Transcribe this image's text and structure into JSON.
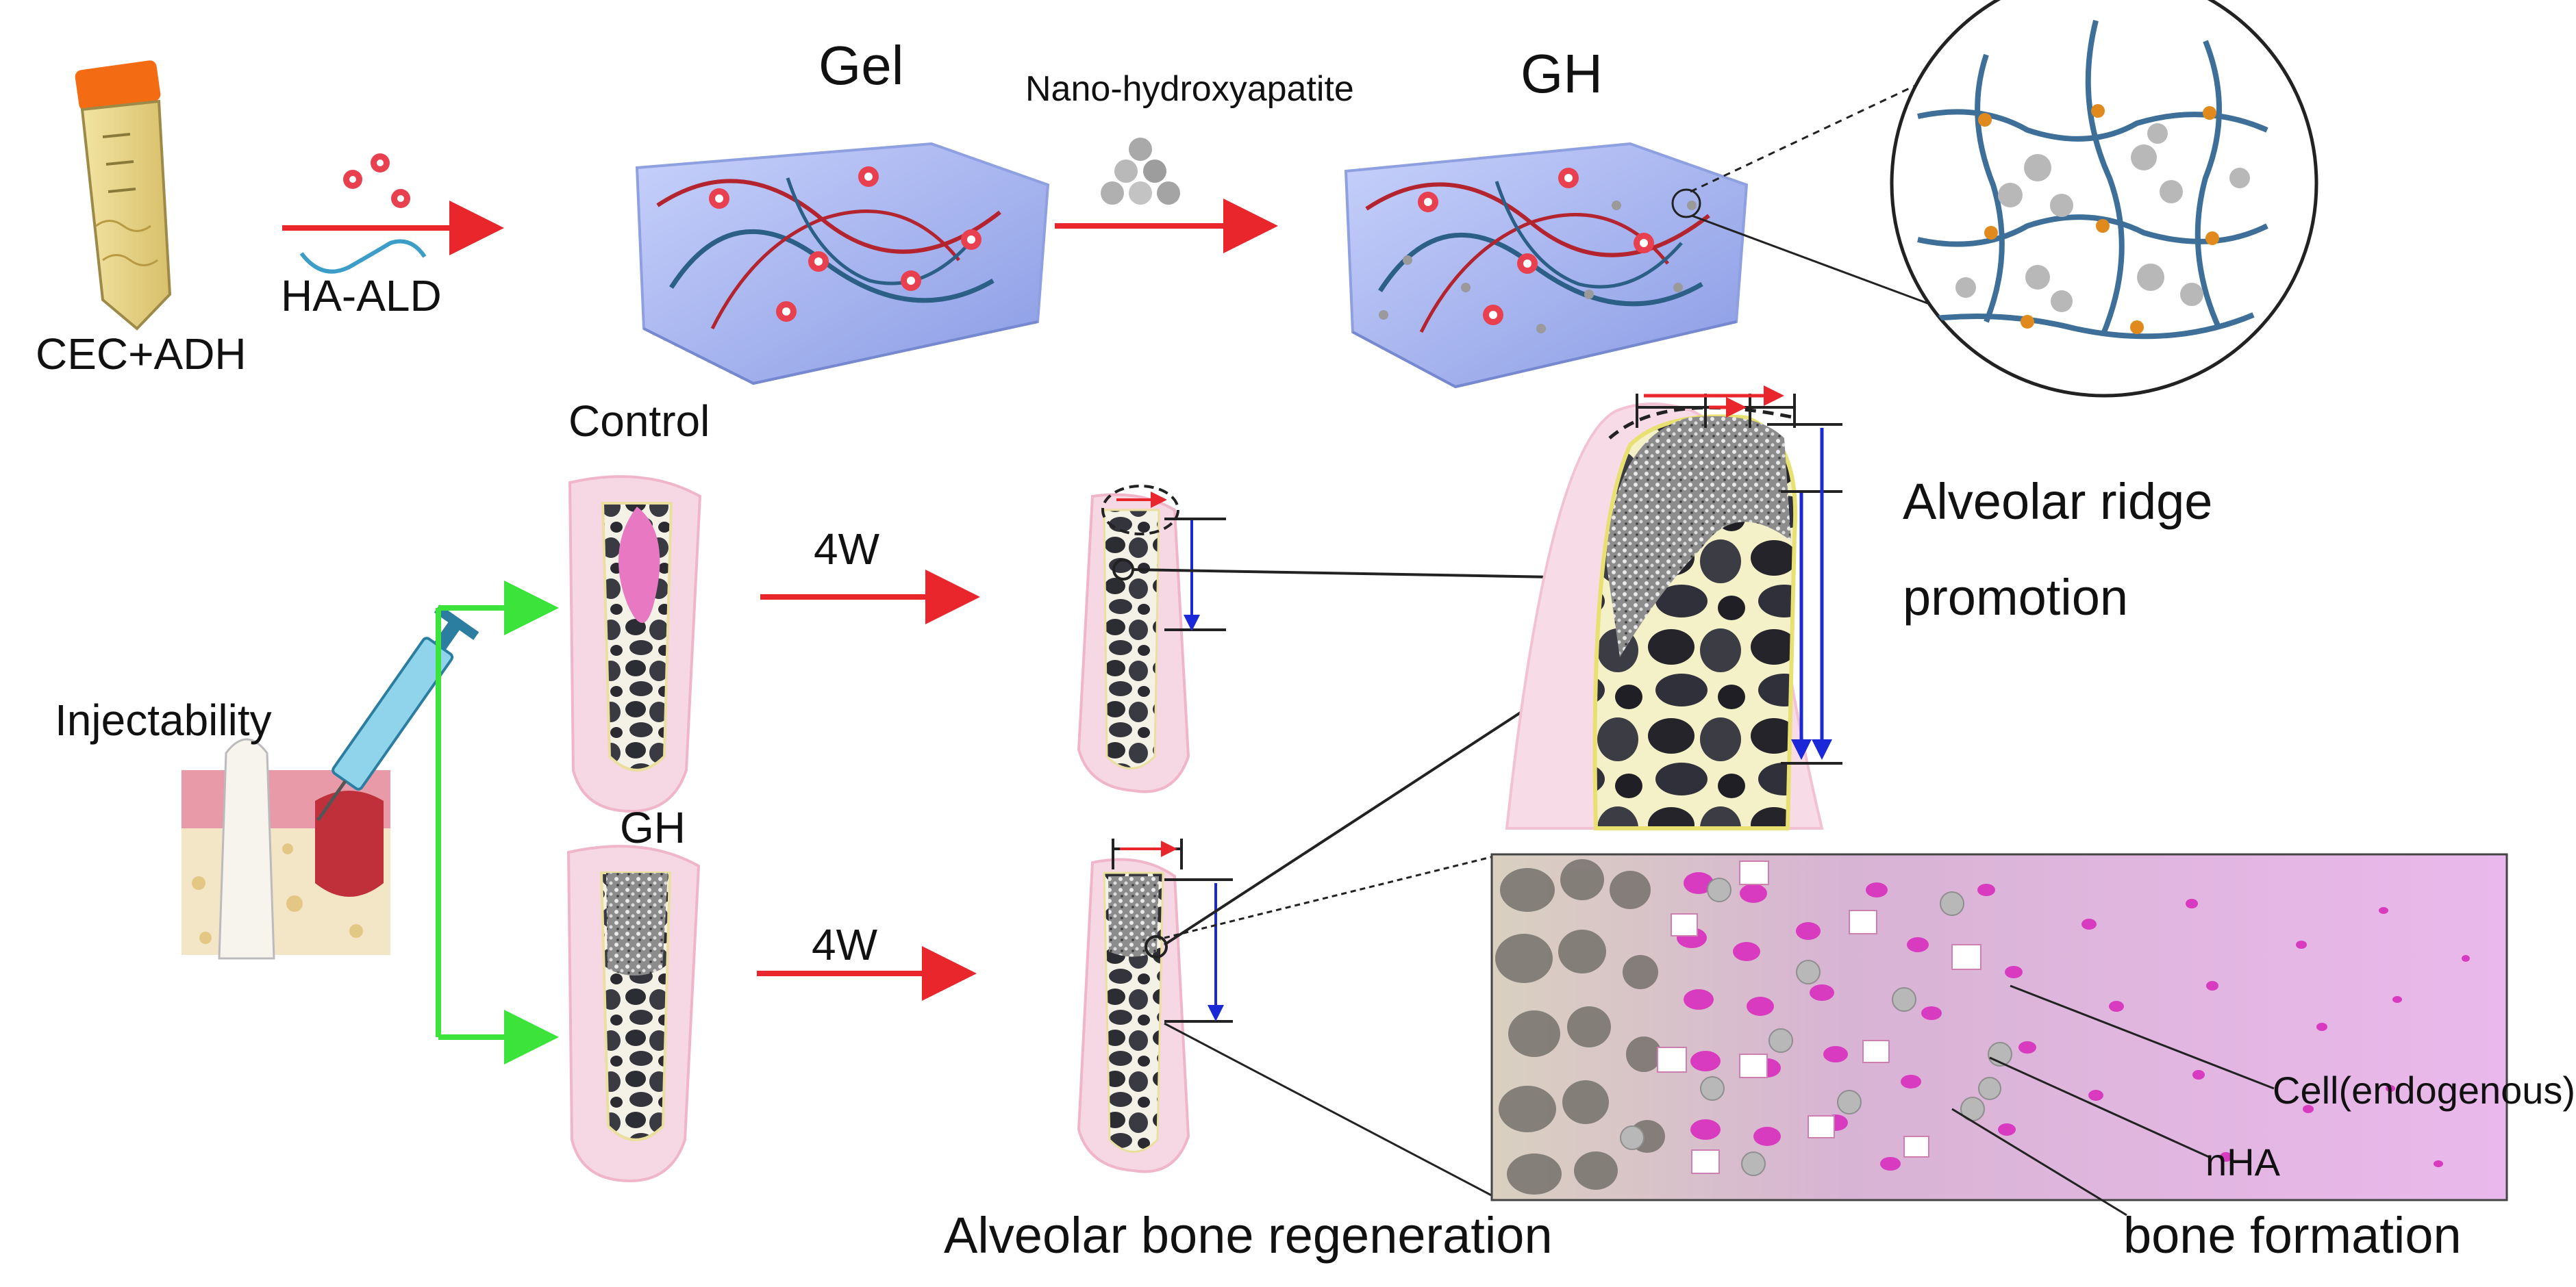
{
  "labels": {
    "cec_adh": "CEC+ADH",
    "ha_ald": "HA-ALD",
    "gel": "Gel",
    "nano_ha": "Nano-hydroxyapatite",
    "gh_top": "GH",
    "control": "Control",
    "gh_lower": "GH",
    "four_w_top": "4W",
    "four_w_bottom": "4W",
    "injectability": "Injectability",
    "ridge_line1": "Alveolar ridge",
    "ridge_line2": "promotion",
    "regeneration": "Alveolar bone regeneration",
    "cell": "Cell(endogenous)",
    "nha": "nHA",
    "bone_formation": "bone formation"
  },
  "colors": {
    "arrow_red": "#e8262b",
    "arrow_green": "#3be33b",
    "gel_blue": "#a9b7f0",
    "fiber_red": "#b3242f",
    "fiber_blue": "#2b5f86",
    "bone_dark": "#2b2b2f",
    "gum_pink": "#f4c6d6",
    "tissue_purple": "#d267c8",
    "tube_cap": "#f36b13",
    "crosslink_orange": "#e08a1e",
    "nha_grey": "#b8b8b8",
    "measure_blue": "#1b28d8"
  },
  "icons": [
    "centrifuge-tube-icon",
    "syringe-icon",
    "tooth-icon",
    "nanoparticle-cluster-icon"
  ]
}
